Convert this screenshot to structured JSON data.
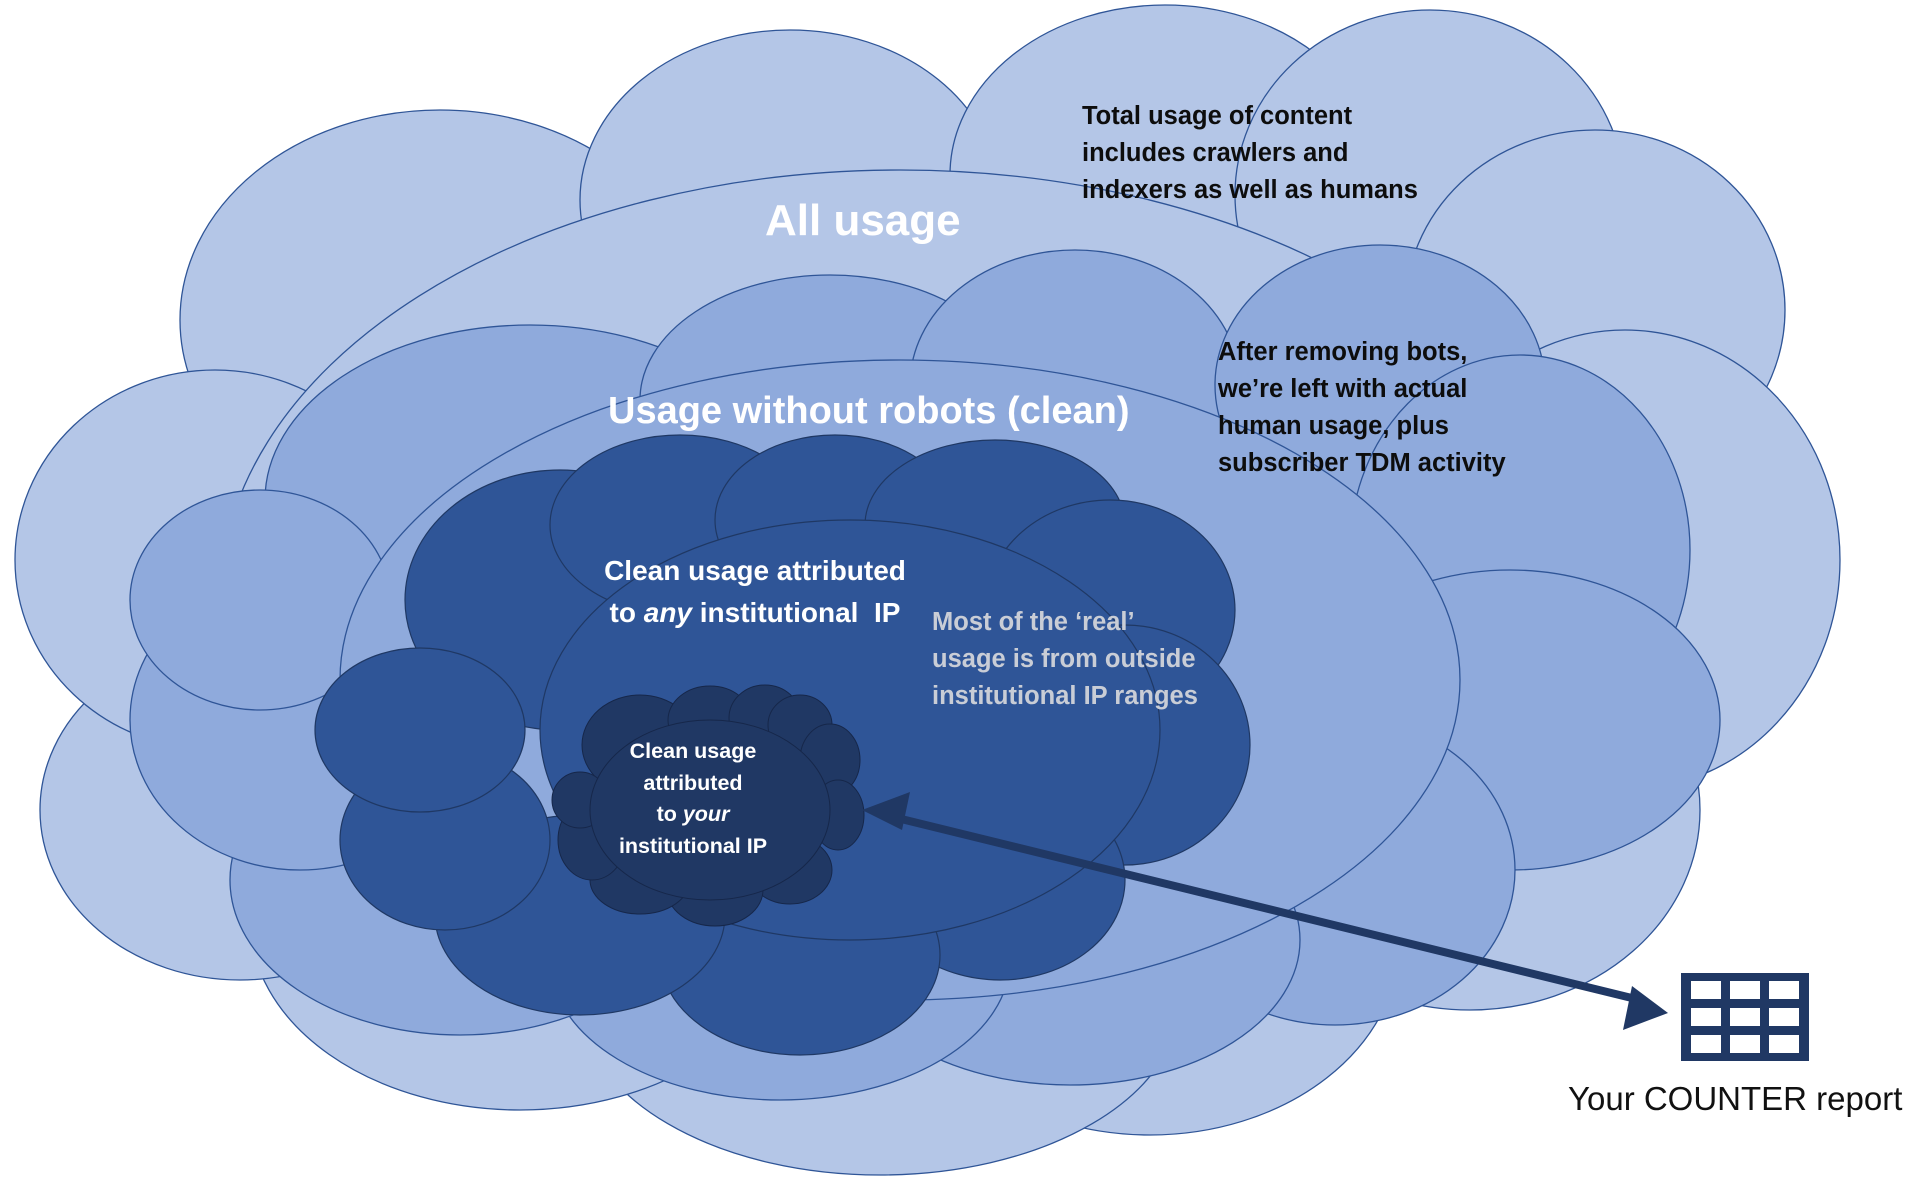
{
  "clouds": {
    "all_usage": {
      "title": "All usage",
      "note": [
        "Total usage of content",
        "includes crawlers and",
        "indexers as well as humans"
      ],
      "color": "#b4c6e7"
    },
    "clean_usage": {
      "title": "Usage without robots (clean)",
      "note": [
        "After removing bots,",
        "we’re left with actual",
        "human usage, plus",
        "subscriber TDM activity"
      ],
      "color": "#8faadc"
    },
    "any_institution": {
      "label_prefix": "Clean usage attributed",
      "label_line2_before": "to ",
      "label_line2_emph": "any",
      "label_line2_after": " institutional  IP",
      "note": [
        "Most of the ‘real’",
        "usage is from outside",
        "institutional IP ranges"
      ],
      "color": "#2f5597"
    },
    "your_institution": {
      "label_line1": "Clean usage",
      "label_line2": "attributed",
      "label_line3_before": "to ",
      "label_line3_emph": "your",
      "label_line4": "institutional IP",
      "color": "#203864"
    }
  },
  "report": {
    "label": "Your COUNTER report",
    "icon": "table-grid-icon",
    "color": "#203864"
  },
  "arrow": {
    "style": "double-headed",
    "color": "#203864"
  }
}
